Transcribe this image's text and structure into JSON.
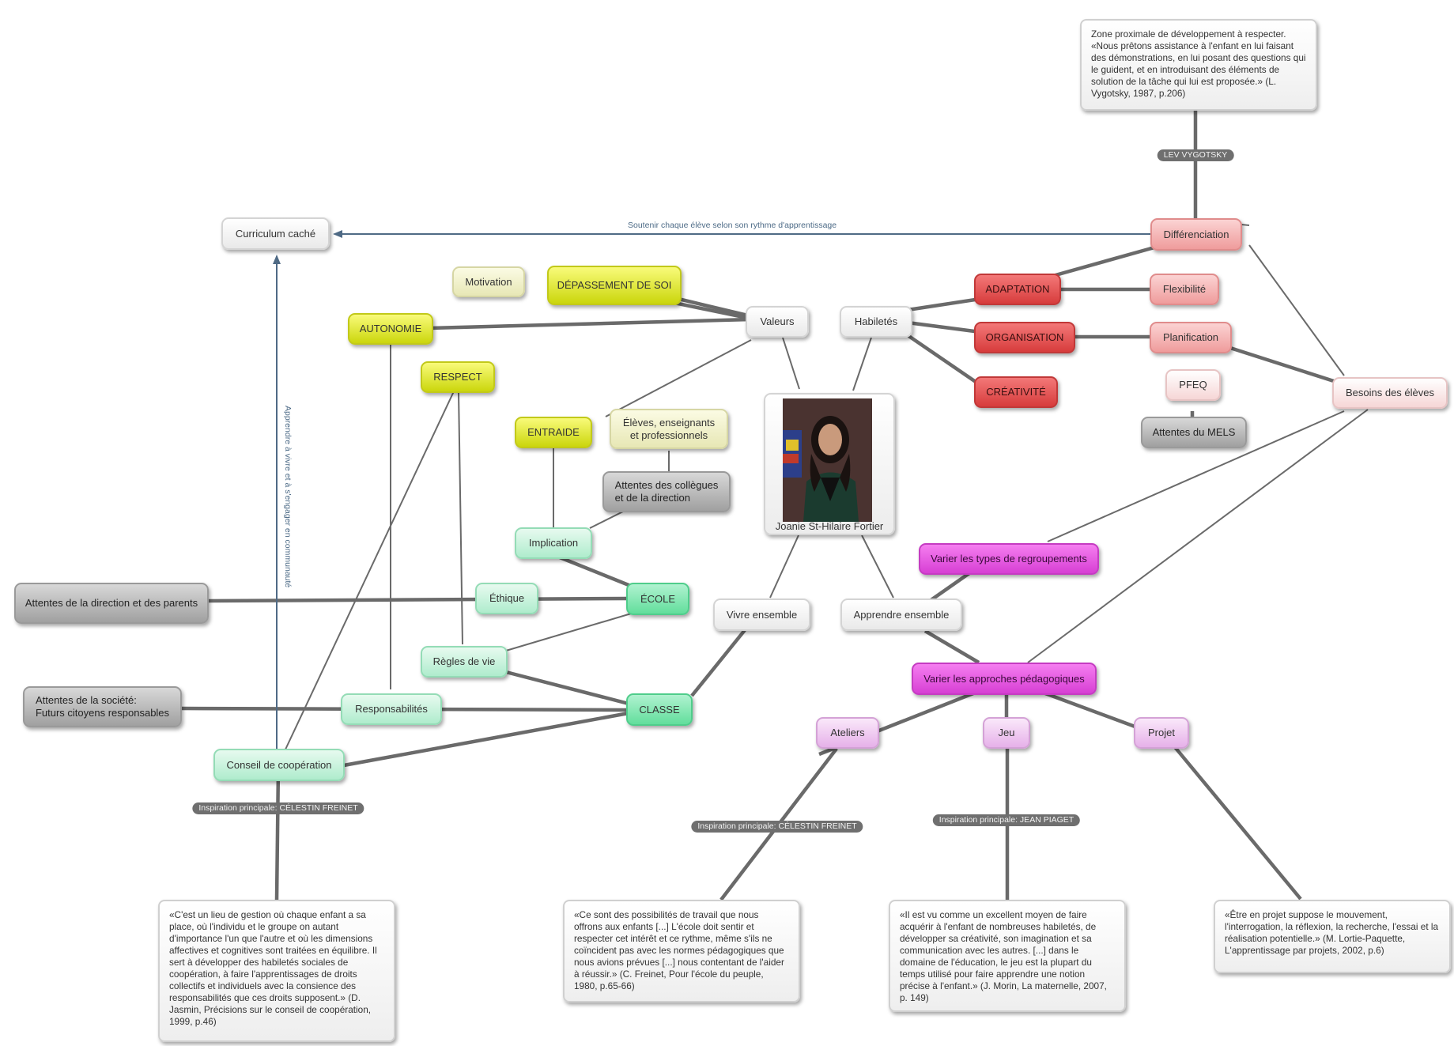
{
  "nodes": {
    "curriculum": "Curriculum caché",
    "motivation": "Motivation",
    "depassement": "DÉPASSEMENT DE SOI",
    "autonomie": "AUTONOMIE",
    "respect": "RESPECT",
    "valeurs": "Valeurs",
    "habiletes": "Habiletés",
    "entraide": "ENTRAIDE",
    "eleves": "Élèves, enseignants\n et professionnels",
    "attentes_coll": "Attentes des collègues\n et de la direction",
    "implication": "Implication",
    "attentes_dir": "Attentes de la direction et des parents",
    "ethique": "Éthique",
    "ecole": "ÉCOLE",
    "vivre": "Vivre ensemble",
    "apprendre": "Apprendre ensemble",
    "regles": "Règles de vie",
    "attentes_soc": "Attentes de la société:\nFuturs citoyens responsables",
    "responsabilites": "Responsabilités",
    "classe": "CLASSE",
    "conseil": "Conseil de coopération",
    "adaptation": "ADAPTATION",
    "organisation": "ORGANISATION",
    "creativite": "CRÉATIVITÉ",
    "flexibilite": "Flexibilité",
    "planification": "Planification",
    "pfeq": "PFEQ",
    "mels": "Attentes du MELS",
    "differenciation": "Différenciation",
    "besoins": "Besoins des élèves",
    "regroupements": "Varier les types de regroupements",
    "approches": "Varier les approches pédagogiques",
    "ateliers": "Ateliers",
    "jeu": "Jeu",
    "projet": "Projet",
    "photo_caption": "Joanie St-Hilaire Fortier"
  },
  "tags": {
    "vygotsky": "LEV VYGOTSKY",
    "freinet1": "Inspiration principale: CÉLESTIN FREINET",
    "freinet2": "Inspiration principale: CÉLESTIN FREINET",
    "piaget": "Inspiration principale: JEAN PIAGET"
  },
  "edge_labels": {
    "soutenir": "Soutenir chaque élève selon son rythme d'apprentissage",
    "apprendre_vivre": "Apprendre à vivre et à s'engager en communauté"
  },
  "quotes": {
    "vygotsky": "Zone proximale de développement à respecter.\n«Nous prêtons assistance à l'enfant en lui faisant des démonstrations, en lui posant des questions qui le guident, et en introduisant des éléments de solution de la tâche qui lui est proposée.» (L. Vygotsky, 1987, p.206)",
    "conseil": "«C'est un lieu de gestion où chaque enfant a sa place, où l'individu et le groupe on autant d'importance l'un que l'autre et où les dimensions affectives et cognitives sont traitées en équilibre. Il sert à développer des habiletés sociales de coopération, à faire l'apprentissages de droits collectifs et individuels avec la consience des responsabilités que ces droits supposent.» (D. Jasmin, Précisions sur le conseil de coopération, 1999, p.46)",
    "ateliers": "«Ce sont des possibilités de travail que nous offrons aux enfants [...] L'école doit sentir et respecter cet intérêt et ce rythme, même s'ils ne coïncident pas avec les normes pédagogiques que nous avions prévues [...] nous contentant de l'aider à réussir.» (C. Freinet, Pour l'école du peuple, 1980, p.65-66)",
    "jeu": "«Il est vu comme un excellent moyen de faire acquérir à l'enfant de nombreuses habiletés, de développer sa créativité, son imagination et sa communication avec les autres. [...] dans le domaine de l'éducation, le jeu est la plupart du temps utilisé pour faire apprendre une notion précise à l'enfant.» (J. Morin, La maternelle, 2007, p. 149)",
    "projet": "«Être en projet suppose le mouvement, l'interrogation, la réflexion, la recherche, l'essai et la réalisation potentielle.» (M. Lortie-Paquette, L'apprentissage par projets, 2002, p.6)"
  }
}
